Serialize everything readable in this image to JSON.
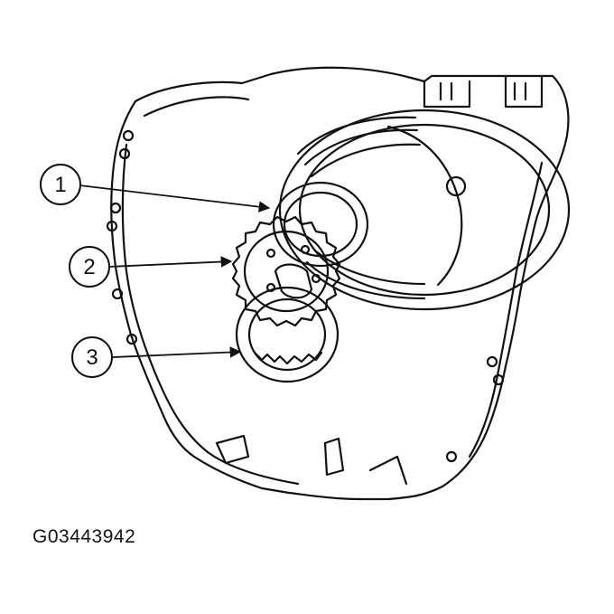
{
  "callouts": [
    {
      "label": "1"
    },
    {
      "label": "2"
    },
    {
      "label": "3"
    }
  ],
  "figure_id": "G03443942",
  "line_color": "#111111"
}
